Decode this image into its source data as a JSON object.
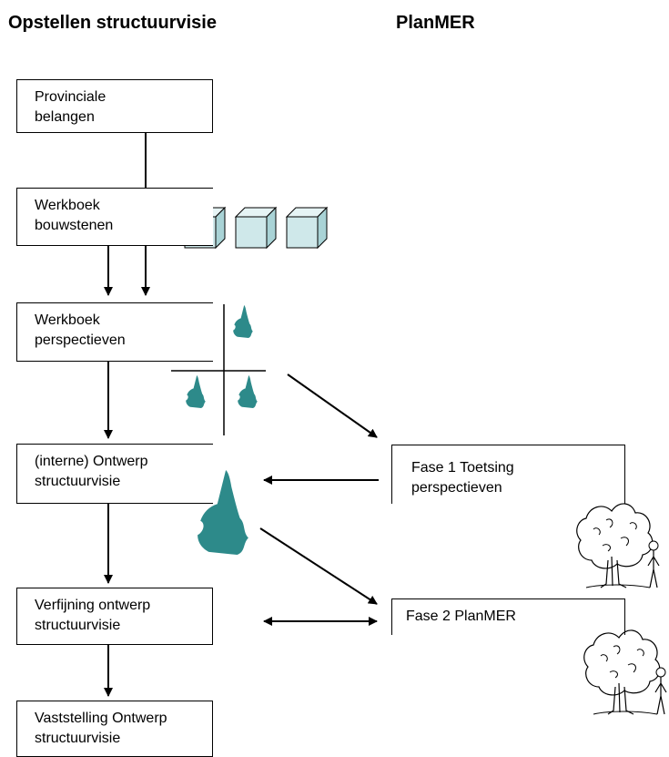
{
  "headings": {
    "left": "Opstellen structuurvisie",
    "right": "PlanMER"
  },
  "boxes": {
    "provinciale": [
      "Provinciale",
      "belangen"
    ],
    "bouwstenen": [
      "Werkboek",
      "bouwstenen"
    ],
    "perspectieven": [
      "Werkboek",
      "perspectieven"
    ],
    "ontwerp": [
      "(interne) Ontwerp",
      "structuurvisie"
    ],
    "verfijning": [
      "Verfijning ontwerp",
      "structuurvisie"
    ],
    "vaststelling": [
      "Vaststelling Ontwerp",
      "structuurvisie"
    ],
    "fase1": [
      "Fase 1 Toetsing",
      "perspectieven"
    ],
    "fase2": [
      "Fase 2 PlanMER"
    ]
  },
  "colors": {
    "cube_fill": "#cfe8ea",
    "map_fill": "#2d8a8a",
    "line": "#000000"
  },
  "icons": [
    "cube-icon",
    "province-map-icon",
    "tree-icon",
    "person-icon"
  ]
}
